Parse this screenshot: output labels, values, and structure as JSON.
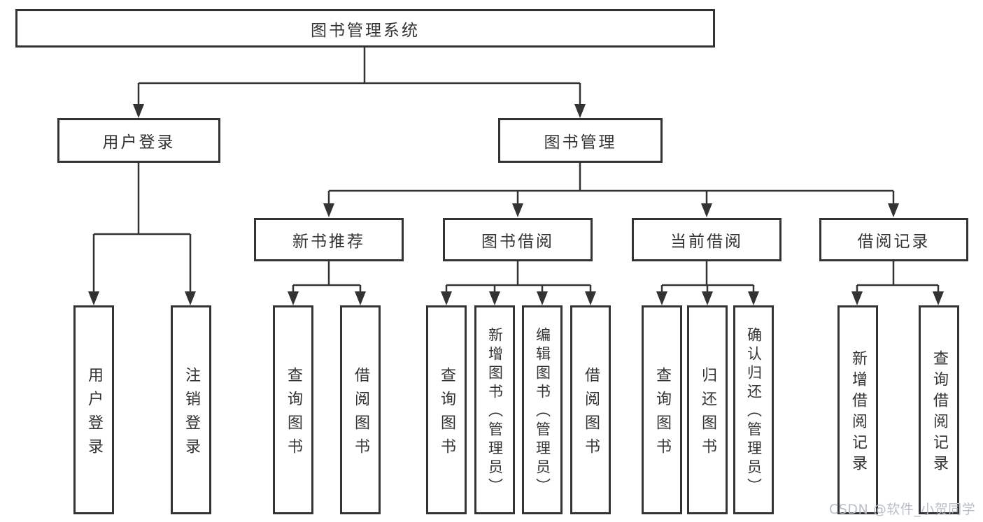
{
  "diagram_type": "hierarchy-functional-structure",
  "colors": {
    "line": "#333333",
    "node_border": "#333333",
    "node_fill": "#ffffff",
    "text": "#333333",
    "watermark_text": "#b9bfc6",
    "background": "#ffffff"
  },
  "tree": {
    "label": "图书管理系统",
    "children": [
      {
        "label": "用户登录",
        "children": [
          {
            "label": "用户登录"
          },
          {
            "label": "注销登录"
          }
        ]
      },
      {
        "label": "图书管理",
        "children": [
          {
            "label": "新书推荐",
            "children": [
              {
                "label": "查询图书"
              },
              {
                "label": "借阅图书"
              }
            ]
          },
          {
            "label": "图书借阅",
            "children": [
              {
                "label": "查询图书"
              },
              {
                "label": "新增图书（管理员）"
              },
              {
                "label": "编辑图书（管理员）"
              },
              {
                "label": "借阅图书"
              }
            ]
          },
          {
            "label": "当前借阅",
            "children": [
              {
                "label": "查询图书"
              },
              {
                "label": "归还图书"
              },
              {
                "label": "确认归还（管理员）"
              }
            ]
          },
          {
            "label": "借阅记录",
            "children": [
              {
                "label": "新增借阅记录"
              },
              {
                "label": "查询借阅记录"
              }
            ]
          }
        ]
      }
    ]
  },
  "watermark": "CSDN @软件_小贺同学"
}
